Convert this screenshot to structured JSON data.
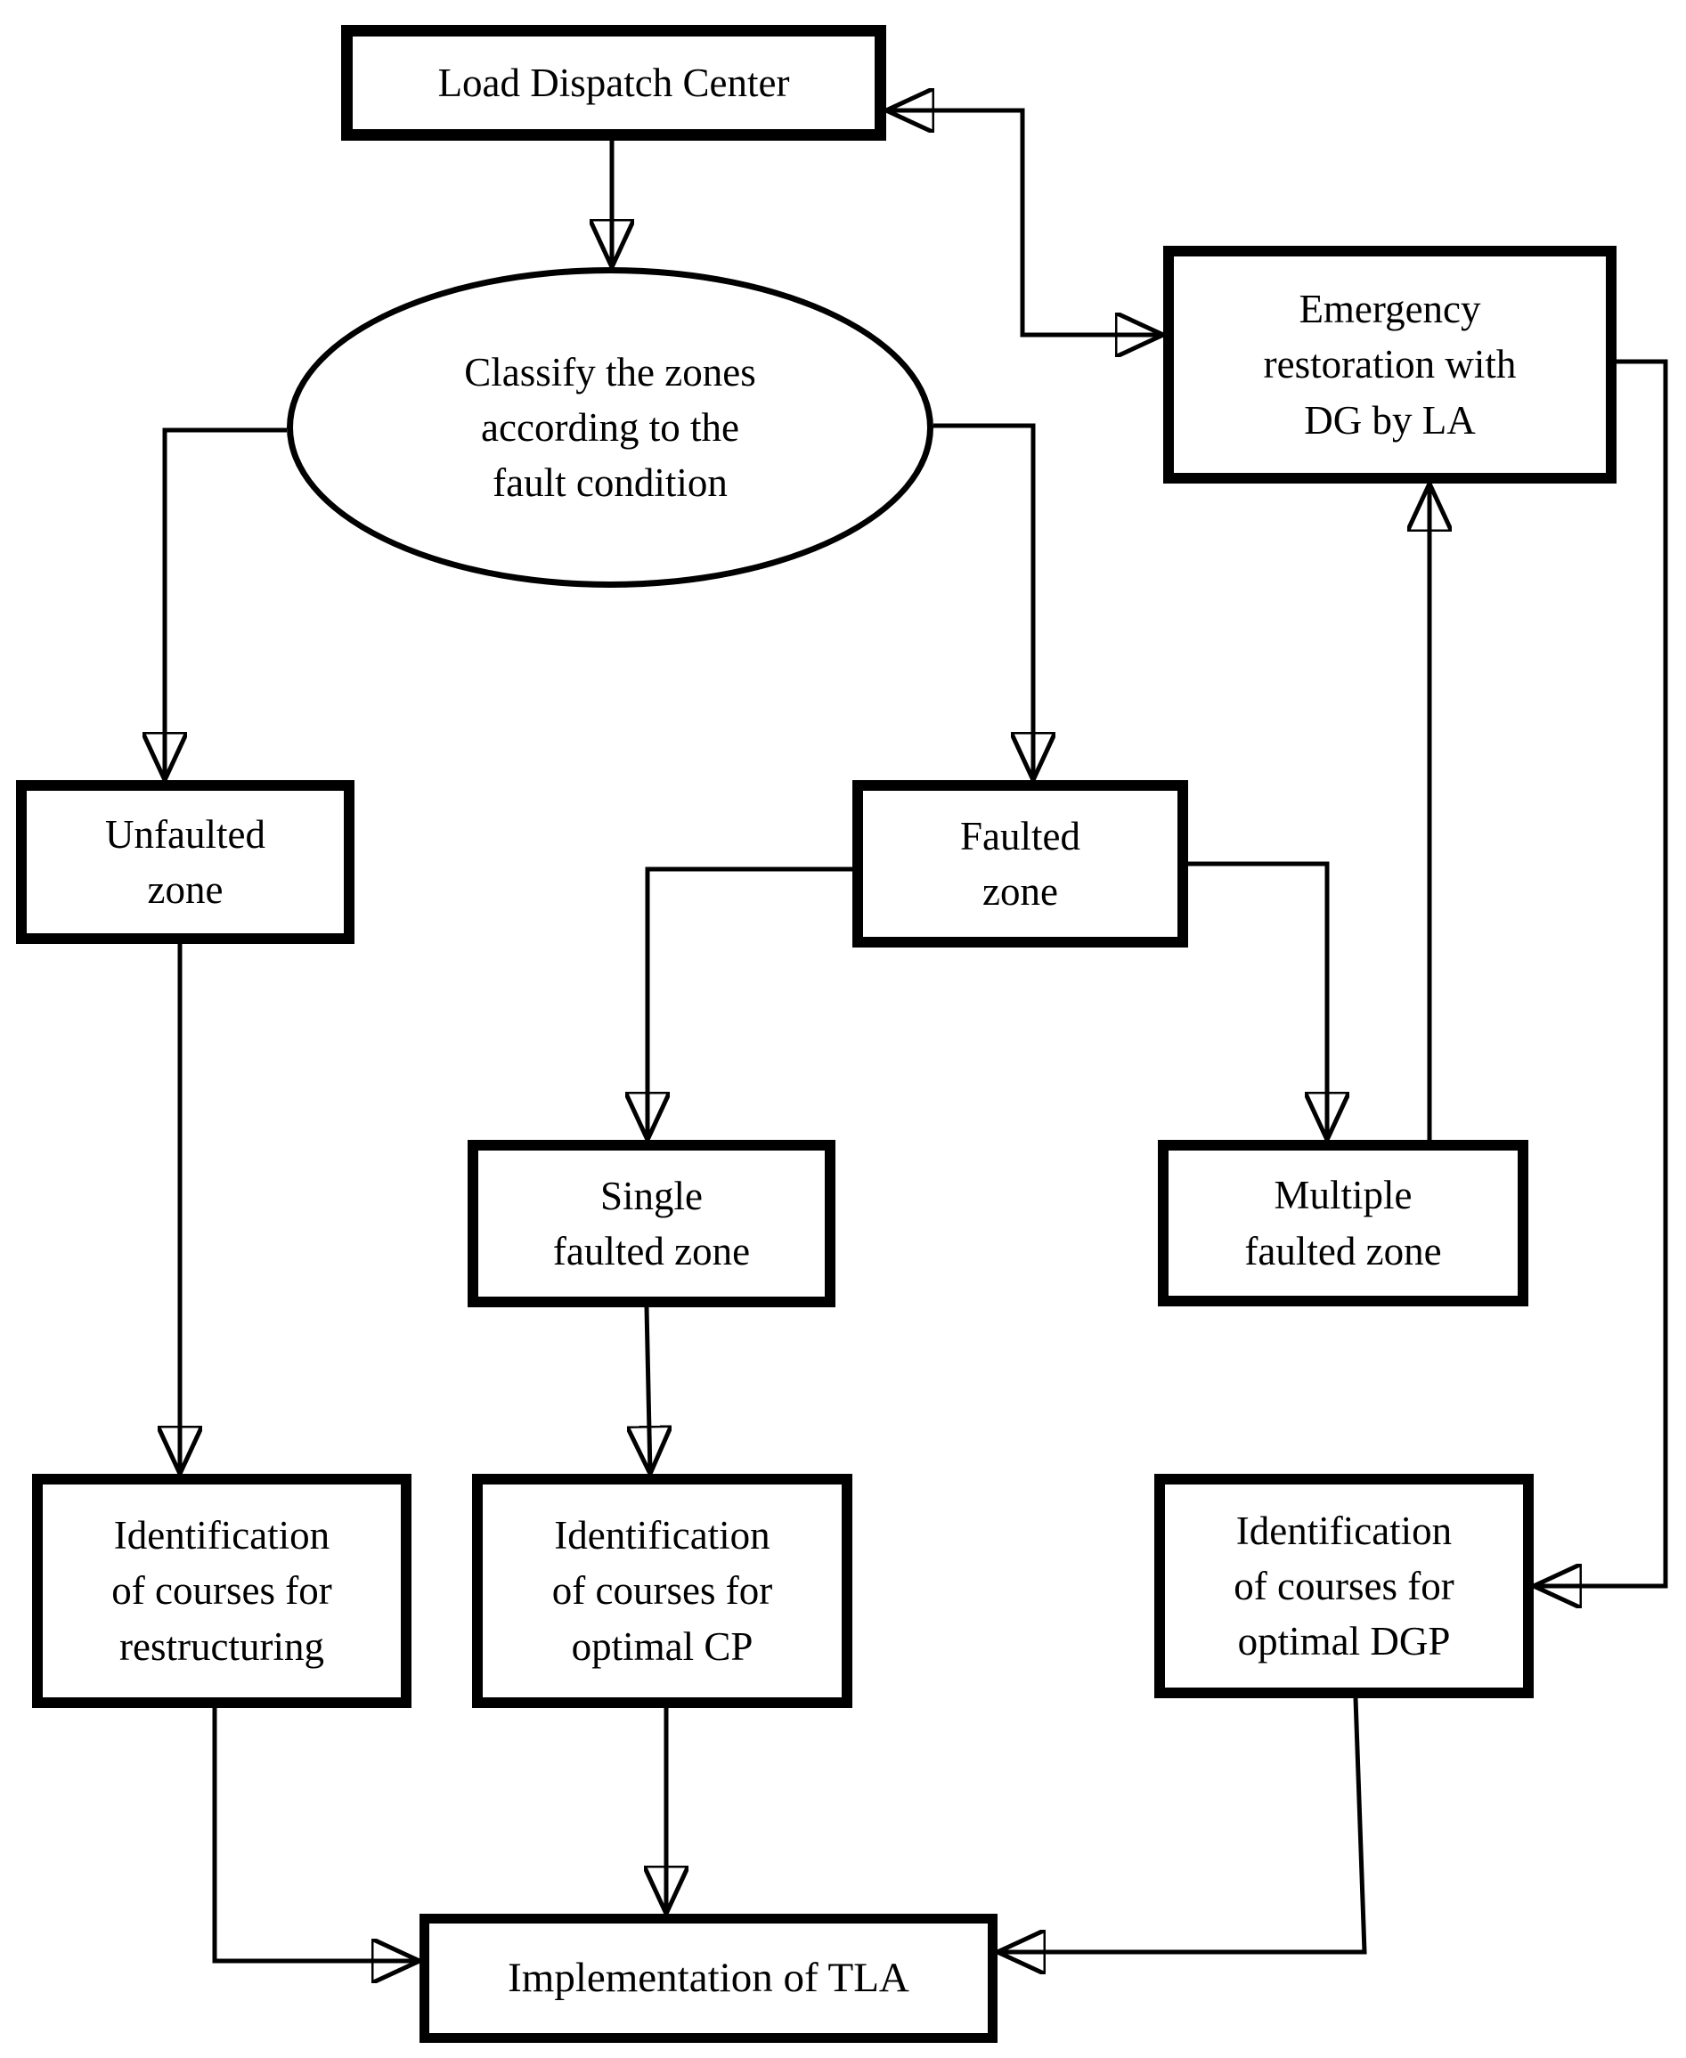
{
  "diagram": {
    "type": "flowchart",
    "colors": {
      "ink": "#000000",
      "background": "#ffffff"
    },
    "nodes": {
      "load_dispatch_center": {
        "label": "Load Dispatch Center",
        "shape": "rect"
      },
      "classify_zones": {
        "label": "Classify the zones\naccording to the\nfault condition",
        "shape": "ellipse"
      },
      "emergency_restoration": {
        "label": "Emergency\nrestoration with\nDG by LA",
        "shape": "rect"
      },
      "unfaulted_zone": {
        "label": "Unfaulted\nzone",
        "shape": "rect"
      },
      "faulted_zone": {
        "label": "Faulted\nzone",
        "shape": "rect"
      },
      "single_faulted_zone": {
        "label": "Single\nfaulted zone",
        "shape": "rect"
      },
      "multiple_faulted_zone": {
        "label": "Multiple\nfaulted zone",
        "shape": "rect"
      },
      "identification_restructuring": {
        "label": "Identification\nof courses for\nrestructuring",
        "shape": "rect"
      },
      "identification_optimal_cp": {
        "label": "Identification\nof courses for\noptimal CP",
        "shape": "rect"
      },
      "identification_optimal_dgp": {
        "label": "Identification\nof courses for\noptimal DGP",
        "shape": "rect"
      },
      "implementation_tla": {
        "label": "Implementation of TLA",
        "shape": "rect"
      }
    },
    "edges": [
      {
        "from": "load_dispatch_center",
        "to": "classify_zones"
      },
      {
        "from": "load_dispatch_center",
        "to": "emergency_restoration",
        "bidirectional": true
      },
      {
        "from": "classify_zones",
        "to": "unfaulted_zone"
      },
      {
        "from": "classify_zones",
        "to": "faulted_zone"
      },
      {
        "from": "faulted_zone",
        "to": "single_faulted_zone"
      },
      {
        "from": "faulted_zone",
        "to": "multiple_faulted_zone"
      },
      {
        "from": "multiple_faulted_zone",
        "to": "emergency_restoration"
      },
      {
        "from": "emergency_restoration",
        "to": "identification_optimal_dgp"
      },
      {
        "from": "unfaulted_zone",
        "to": "identification_restructuring"
      },
      {
        "from": "single_faulted_zone",
        "to": "identification_optimal_cp"
      },
      {
        "from": "identification_restructuring",
        "to": "implementation_tla"
      },
      {
        "from": "identification_optimal_cp",
        "to": "implementation_tla"
      },
      {
        "from": "identification_optimal_dgp",
        "to": "implementation_tla"
      }
    ]
  }
}
